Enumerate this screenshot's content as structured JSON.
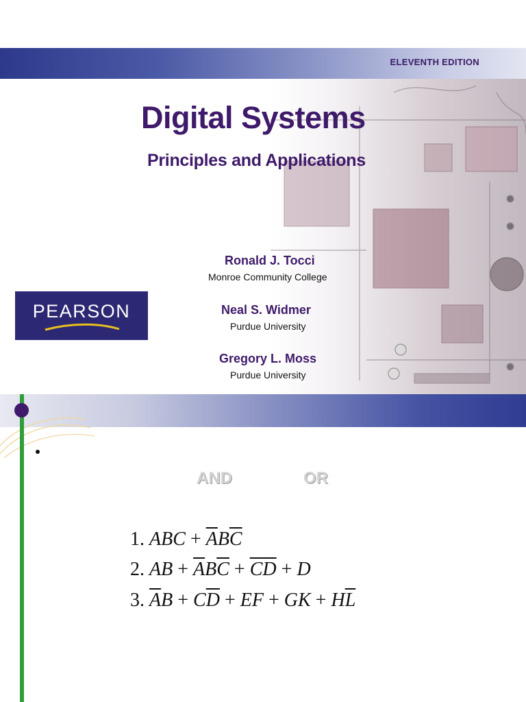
{
  "cover": {
    "edition": "ELEVENTH EDITION",
    "title": "Digital Systems",
    "subtitle": "Principles and Applications",
    "authors": [
      {
        "name": "Ronald J. Tocci",
        "affiliation": "Monroe Community College"
      },
      {
        "name": "Neal S. Widmer",
        "affiliation": "Purdue University"
      },
      {
        "name": "Gregory L. Moss",
        "affiliation": "Purdue University"
      }
    ],
    "publisher": "PEARSON"
  },
  "slide": {
    "labels": [
      "AND",
      "OR"
    ],
    "expressions": [
      {
        "num": "1.",
        "terms": [
          {
            "t": "ABC"
          },
          {
            "op": "+"
          },
          {
            "t": "ABC",
            "bars": [
              "A",
              "C"
            ]
          }
        ]
      },
      {
        "num": "2.",
        "terms": [
          {
            "t": "AB"
          },
          {
            "op": "+"
          },
          {
            "t": "ABC",
            "bars": [
              "A",
              "C"
            ]
          },
          {
            "op": "+"
          },
          {
            "t": "CD",
            "bars": [
              "C",
              "D"
            ]
          },
          {
            "op": "+"
          },
          {
            "t": "D"
          }
        ]
      },
      {
        "num": "3.",
        "terms": [
          {
            "t": "AB",
            "bars": [
              "A"
            ]
          },
          {
            "op": "+"
          },
          {
            "t": "CD",
            "bars": [
              "D"
            ]
          },
          {
            "op": "+"
          },
          {
            "t": "EF"
          },
          {
            "op": "+"
          },
          {
            "t": "GK"
          },
          {
            "op": "+"
          },
          {
            "t": "HL",
            "bars": [
              "L"
            ]
          }
        ]
      }
    ]
  },
  "colors": {
    "title_purple": "#3f1a6a",
    "pearson_blue": "#2c2874",
    "band_blue": "#2e3c92",
    "accent_green": "#2f9d3a"
  }
}
